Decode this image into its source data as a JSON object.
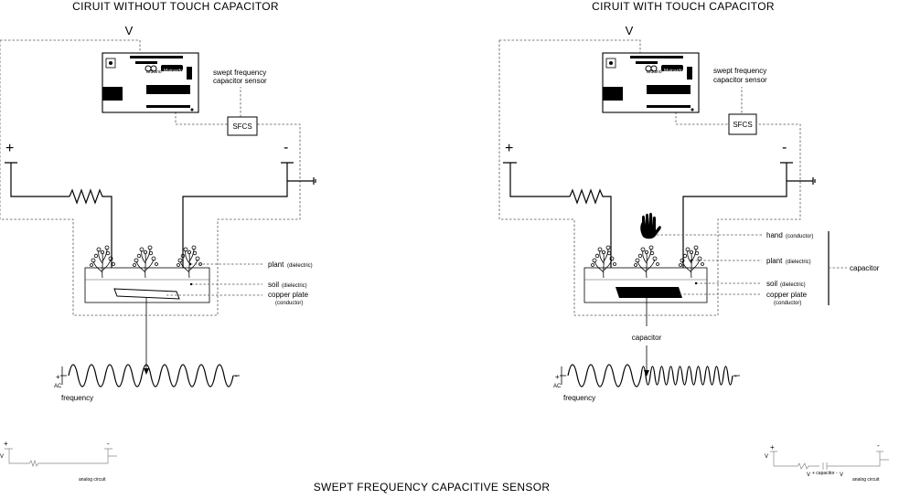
{
  "titles": {
    "left": "CIRUIT WITHOUT TOUCH CAPACITOR",
    "right": "CIRUIT WITH TOUCH CAPACITOR",
    "bottom": "SWEPT FREQUENCY CAPACITIVE SENSOR"
  },
  "symbols": {
    "voltage": "V",
    "plus": "+",
    "minus": "-",
    "ac": "AC"
  },
  "board": {
    "brand": "arduino",
    "badge": "Mainardo"
  },
  "sensor": {
    "label_line1": "swept frequency",
    "label_line2": "capacitor sensor",
    "box": "SFCS"
  },
  "left_labels": {
    "plant": "plant",
    "plant_sub": "(dielectric)",
    "soil": "soil",
    "soil_sub": "(dielectric)",
    "copper": "copper plate",
    "copper_sub": "(conductor)",
    "frequency": "frequency",
    "analog": "analog circuit"
  },
  "right_labels": {
    "hand": "hand",
    "hand_sub": "(conductor)",
    "plant": "plant",
    "plant_sub": "(dielectric)",
    "soil": "soil",
    "soil_sub": "(dielectric)",
    "copper": "copper plate",
    "copper_sub": "(conductor)",
    "capacitor": "capacitor",
    "capacitor_bracket": "capacitor",
    "frequency": "frequency",
    "analog": "analog circuit",
    "mini_capacitor": "+ capacitor -"
  }
}
